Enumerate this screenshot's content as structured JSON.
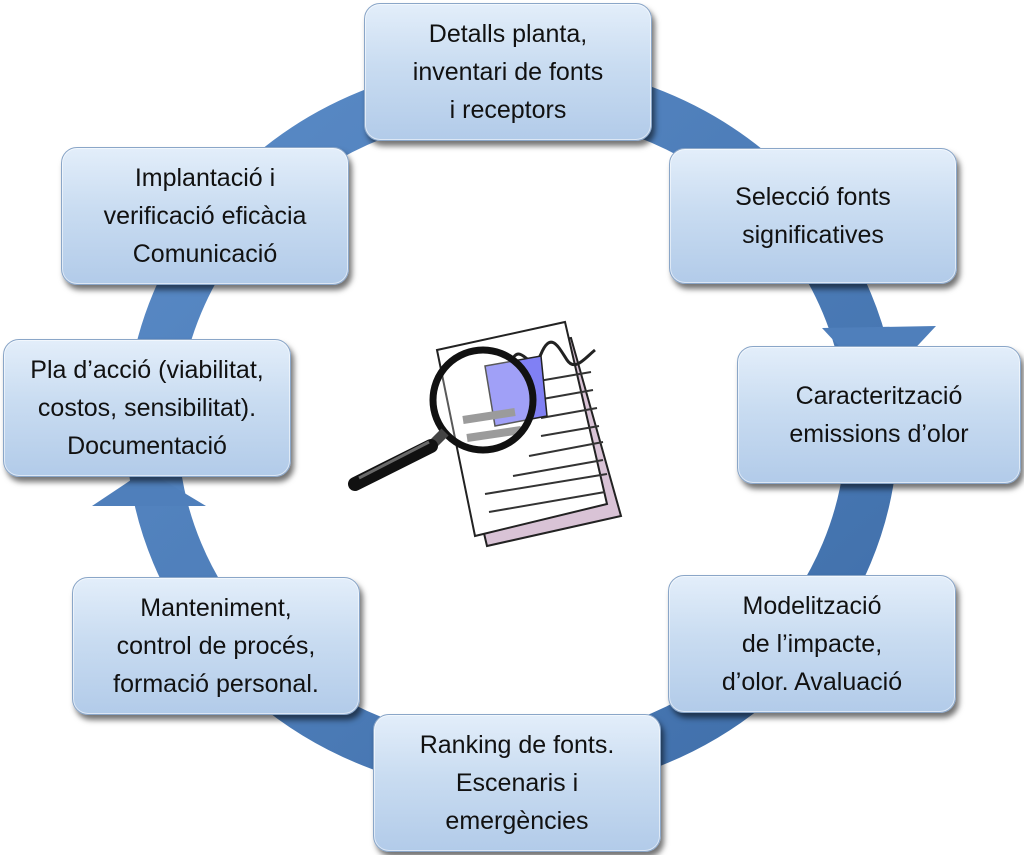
{
  "diagram": {
    "steps": [
      {
        "label": "Detalls planta,\ninventari de fonts\ni receptors"
      },
      {
        "label": "Selecció fonts\nsignificatives"
      },
      {
        "label": "Caracterització\nemissions d’olor"
      },
      {
        "label": "Modelització\nde l’impacte,\nd’olor. Avaluació"
      },
      {
        "label": "Ranking  de fonts.\nEscenaris i\nemergències"
      },
      {
        "label": "Manteniment,\ncontrol de procés,\nformació personal."
      },
      {
        "label": "Pla d’acció (viabilitat,\ncostos, sensibilitat).\nDocumentació"
      },
      {
        "label": "Implantació i\nverificació eficàcia\nComunicació"
      }
    ],
    "center_icon": "document-magnifier-icon",
    "colors": {
      "cycle_arrow": "#4f7fbb",
      "box_fill": "#c9dcf1",
      "box_border": "#8aa6c8",
      "text": "#111111"
    }
  }
}
